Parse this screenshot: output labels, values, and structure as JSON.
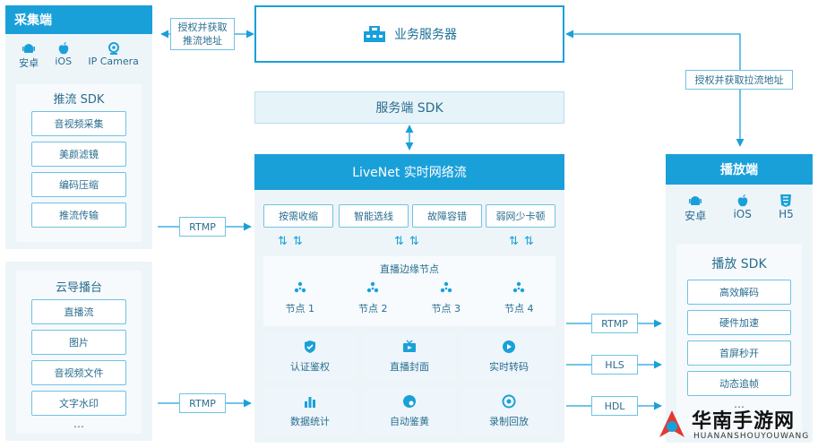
{
  "capture": {
    "title": "采集端",
    "platforms": [
      {
        "label": "安卓",
        "icon": "android-icon"
      },
      {
        "label": "iOS",
        "icon": "apple-icon"
      },
      {
        "label": "IP Camera",
        "icon": "webcam-icon"
      }
    ],
    "sdk_title": "推流 SDK",
    "sdk_items": [
      "音视频采集",
      "美颜滤镜",
      "编码压缩",
      "推流传输"
    ]
  },
  "director": {
    "title": "云导播台",
    "items": [
      "直播流",
      "图片",
      "音视频文件",
      "文字水印"
    ],
    "more": "…"
  },
  "business_server": {
    "label": "业务服务器"
  },
  "server_sdk": {
    "label": "服务端 SDK"
  },
  "network": {
    "title": "LiveNet 实时网络流",
    "features": [
      "按需收缩",
      "智能选线",
      "故障容错",
      "弱网少卡顿"
    ],
    "edge_title": "直播边缘节点",
    "nodes": [
      "节点 1",
      "节点 2",
      "节点 3",
      "节点 4"
    ],
    "services": [
      "认证鉴权",
      "直播封面",
      "实时转码",
      "数据统计",
      "自动鉴黄",
      "录制回放"
    ]
  },
  "player": {
    "title": "播放端",
    "platforms": [
      {
        "label": "安卓",
        "icon": "android-icon"
      },
      {
        "label": "iOS",
        "icon": "apple-icon"
      },
      {
        "label": "H5",
        "icon": "html5-icon"
      }
    ],
    "sdk_title": "播放 SDK",
    "sdk_items": [
      "高效解码",
      "硬件加速",
      "首屏秒开",
      "动态追帧"
    ],
    "more": "…"
  },
  "connectors": {
    "auth_push": "授权并获取\n推流地址",
    "auth_pull": "授权并获取拉流地址",
    "rtmp_capture": "RTMP",
    "rtmp_director": "RTMP",
    "rtmp_out": "RTMP",
    "hls_out": "HLS",
    "hdl_out": "HDL"
  },
  "watermark": {
    "brand": "华南手游网",
    "domain": "HUANANSHOUYOUWANG"
  },
  "colors": {
    "accent": "#1aa0d9",
    "panel": "#eef5f9",
    "border": "#6fc2e5",
    "text": "#2a6d8f"
  }
}
